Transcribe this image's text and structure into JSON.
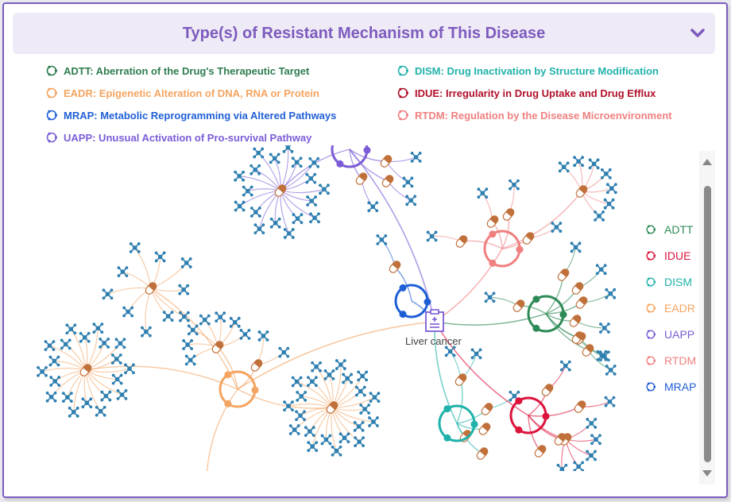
{
  "header": {
    "title": "Type(s) of Resistant Mechanism of This Disease",
    "toggle_icon": "chevron-down-icon"
  },
  "colors": {
    "ADTT": "#2e8b57",
    "EADR": "#f4a460",
    "MRAP": "#1f5fd6",
    "UAPP": "#7b5cd6",
    "DISM": "#20b2aa",
    "IDUE": "#dc143c",
    "RTDM": "#f08080",
    "drug": "#c0703a",
    "molecule": "#2f7fb0",
    "disease": "#7b5cd6"
  },
  "legend_left": [
    {
      "code": "ADTT",
      "label": "ADTT: Aberration of the Drug's Therapeutic Target",
      "color": "#2e7d4f"
    },
    {
      "code": "EADR",
      "label": "EADR: Epigenetic Alteration of DNA, RNA or Protein",
      "color": "#f4a460"
    },
    {
      "code": "MRAP",
      "label": "MRAP: Metabolic Reprogramming via Altered Pathways",
      "color": "#1f5fd6"
    },
    {
      "code": "UAPP",
      "label": "UAPP: Unusual Activation of Pro-survival Pathway",
      "color": "#7b5cd6"
    }
  ],
  "legend_right": [
    {
      "code": "DISM",
      "label": "DISM: Drug Inactivation by Structure Modification",
      "color": "#20b2aa"
    },
    {
      "code": "IDUE",
      "label": "IDUE: Irregularity in Drug Uptake and Drug Efflux",
      "color": "#b0102a"
    },
    {
      "code": "RTDM",
      "label": "RTDM: Regulation by the Disease Microenvironment",
      "color": "#f08080"
    }
  ],
  "side_legend": [
    {
      "label": "ADTT",
      "color": "#2e8b57"
    },
    {
      "label": "IDUE",
      "color": "#dc143c"
    },
    {
      "label": "DISM",
      "color": "#20b2aa"
    },
    {
      "label": "EADR",
      "color": "#f4a460"
    },
    {
      "label": "UAPP",
      "color": "#7b5cd6"
    },
    {
      "label": "RTDM",
      "color": "#f08080"
    },
    {
      "label": "MRAP",
      "color": "#1f5fd6"
    }
  ],
  "graph": {
    "center": {
      "label": "Liver cancer",
      "icon": "clipboard-icon"
    },
    "mechanisms": [
      {
        "code": "MRAP",
        "drugs": [
          {
            "molecules": 1
          }
        ]
      },
      {
        "code": "UAPP",
        "drugs": [
          {
            "molecules": 18
          },
          {
            "molecules": 1
          },
          {
            "molecules": 1
          },
          {
            "molecules": 2
          }
        ]
      },
      {
        "code": "RTDM",
        "drugs": [
          {
            "molecules": 1
          },
          {
            "molecules": 1
          },
          {
            "molecules": 1
          },
          {
            "molecules": 1
          },
          {
            "molecules": 7
          }
        ]
      },
      {
        "code": "ADTT",
        "drugs": [
          {
            "molecules": 1
          },
          {
            "molecules": 1
          },
          {
            "molecules": 1
          },
          {
            "molecules": 1
          },
          {
            "molecules": 1
          },
          {
            "molecules": 1
          },
          {
            "molecules": 1
          },
          {
            "molecules": 1
          }
        ]
      },
      {
        "code": "EADR",
        "drugs": [
          {
            "molecules": 20
          },
          {
            "molecules": 10
          },
          {
            "molecules": 7
          },
          {
            "molecules": 2
          },
          {
            "molecules": 22
          },
          {
            "molecules": 4
          }
        ]
      },
      {
        "code": "DISM",
        "drugs": [
          {
            "molecules": 2
          },
          {
            "molecules": 1
          },
          {
            "molecules": 0
          },
          {
            "molecules": 0
          },
          {
            "molecules": 0
          }
        ]
      },
      {
        "code": "IDUE",
        "drugs": [
          {
            "molecules": 1
          },
          {
            "molecules": 1
          },
          {
            "molecules": 5
          },
          {
            "molecules": 0
          },
          {
            "molecules": 0
          }
        ]
      }
    ]
  }
}
